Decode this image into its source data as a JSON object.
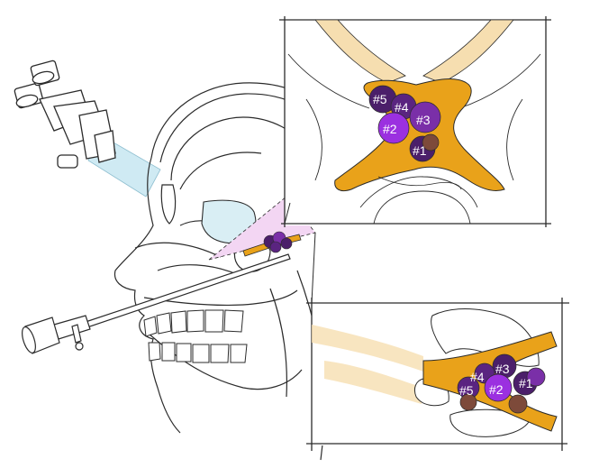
{
  "colors": {
    "outline": "#2b2b2b",
    "nerve": "#e9a21a",
    "nerve_faint": "#f6deb0",
    "tumor_dark": "#4b1f6a",
    "tumor_mid": "#7a2fa8",
    "tumor_bright": "#9b30e0",
    "tumor_brown": "#7d4a3a",
    "scope_beam": "#cfeaf3",
    "view_cone": "#f3d6f3",
    "sinus": "#d9eef4"
  },
  "top_inset": {
    "labels": [
      "#5",
      "#4",
      "#3",
      "#2",
      "#1"
    ]
  },
  "bottom_inset": {
    "labels": [
      "#3",
      "#4",
      "#5",
      "#2",
      "#1"
    ]
  },
  "icons": {
    "microscope": "microscope-icon",
    "endoscope": "endoscope-icon"
  }
}
